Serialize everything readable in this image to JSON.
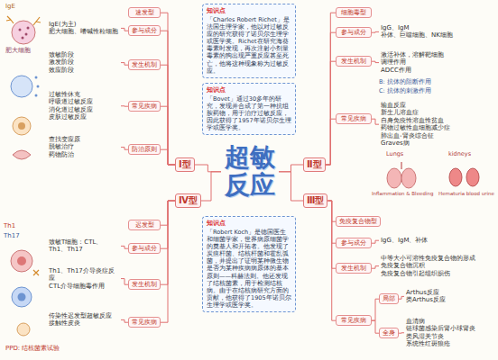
{
  "diagram": {
    "nodes": [
      {
        "text": [
          "超敏反应"
        ]
      },
      {
        "text": [
          "Ⅰ型"
        ]
      },
      {
        "text": [
          "Ⅱ型"
        ]
      },
      {
        "text": [
          "Ⅲ型"
        ]
      },
      {
        "text": [
          "Ⅳ型"
        ]
      },
      {
        "text": [
          "速发型"
        ]
      },
      {
        "text": [
          "参与成分"
        ]
      },
      {
        "text": [
          "IgE(为主)",
          "肥大细胞、嗜碱性粒细胞"
        ]
      },
      {
        "text": [
          "发生机制"
        ]
      },
      {
        "text": [
          "致敏阶段",
          "激发阶段",
          "效应阶段"
        ]
      },
      {
        "text": [
          "常见疾病"
        ]
      },
      {
        "text": [
          "过敏性休克",
          "呼吸道过敏反应",
          "消化道过敏反应",
          "皮肤过敏反应"
        ]
      },
      {
        "text": [
          "防治原则"
        ]
      },
      {
        "text": [
          "查找变应原",
          "脱敏治疗",
          "药物防治"
        ]
      },
      {
        "text": [
          "知识点",
          "「Charles Robert Richet」是法国生理学家，他以对过敏反应的研究获得了诺贝尔生理学或医学奖。Richet在研究海葵毒素时发现，再次注射小剂量毒素的狗出现严重反应甚至死亡，他将这种现象称为过敏反应。"
        ]
      },
      {
        "text": [
          "知识点",
          "「Bovet」通过30多年的研究，发现并合成了第一种抗组胺药物，用于治疗过敏反应，因此获得了1957年诺贝尔生理学或医学奖。"
        ]
      },
      {
        "text": [
          "细胞毒型"
        ]
      },
      {
        "text": [
          "参与成分"
        ]
      },
      {
        "text": [
          "IgG、IgM",
          "补体、巨噬细胞、NK细胞"
        ]
      },
      {
        "text": [
          "发生机制"
        ]
      },
      {
        "text": [
          "激活补体，溶解靶细胞",
          "调理作用",
          "ADCC作用"
        ]
      },
      {
        "text": [
          "常见疾病"
        ]
      },
      {
        "text": [
          "输血反应",
          "新生儿溶血症",
          "自身免疫性溶血性贫血",
          "药物过敏性血细胞减少症",
          "肺出血-肾炎综合征",
          "Graves病"
        ]
      },
      {
        "text": [
          "迟发型"
        ]
      },
      {
        "text": [
          "参与成分"
        ]
      },
      {
        "text": [
          "致敏T细胞：CTL、Th1、Th17"
        ]
      },
      {
        "text": [
          "发生机制"
        ]
      },
      {
        "text": [
          "Th1、Th17介导炎症反应",
          "CTL介导细胞毒作用"
        ]
      },
      {
        "text": [
          "常见疾病"
        ]
      },
      {
        "text": [
          "传染性迟发型超敏反应",
          "接触性皮炎"
        ]
      },
      {
        "text": [
          "知识点",
          "「Robert Koch」是德国医生和细菌学家，世界病原细菌学的奠基人和开拓者。他发现了炭疽杆菌、结核杆菌和霍乱弧菌，并提出了证明某种微生物是否为某种疾病病原体的基本原则——科赫法则。他还发现了结核菌素，用于检测结核病。由于在结核病研究方面的贡献，他获得了1905年诺贝尔生理学或医学奖。"
        ]
      },
      {
        "text": [
          "免疫复合物型"
        ]
      },
      {
        "text": [
          "参与成分"
        ]
      },
      {
        "text": [
          "IgG、IgM、补体"
        ]
      },
      {
        "text": [
          "发生机制"
        ]
      },
      {
        "text": [
          "中等大小可溶性免疫复合物的形成",
          "免疫复合物沉积",
          "免疫复合物引起组织损伤"
        ]
      },
      {
        "text": [
          "常见疾病"
        ]
      },
      {
        "text": [
          "局部"
        ]
      },
      {
        "text": [
          "Arthus反应",
          "类Arthus反应"
        ]
      },
      {
        "text": [
          "全身"
        ]
      },
      {
        "text": [
          "血清病",
          "链球菌感染后肾小球肾炎",
          "类风湿关节炎",
          "系统性红斑狼疮"
        ]
      }
    ],
    "edges": [
      {
        "from": 0,
        "to": 1,
        "arrow": "none"
      },
      {
        "from": 0,
        "to": 2,
        "arrow": "none"
      },
      {
        "from": 0,
        "to": 3,
        "arrow": "none"
      },
      {
        "from": 0,
        "to": 4,
        "arrow": "none"
      },
      {
        "from": 1,
        "to": 5,
        "arrow": "none"
      },
      {
        "from": 1,
        "to": 6,
        "arrow": "none"
      },
      {
        "from": 1,
        "to": 8,
        "arrow": "none"
      },
      {
        "from": 1,
        "to": 10,
        "arrow": "none"
      },
      {
        "from": 1,
        "to": 12,
        "arrow": "none"
      },
      {
        "from": 6,
        "to": 7,
        "arrow": "none"
      },
      {
        "from": 8,
        "to": 9,
        "arrow": "none"
      },
      {
        "from": 10,
        "to": 11,
        "arrow": "none"
      },
      {
        "from": 12,
        "to": 13,
        "arrow": "none"
      },
      {
        "from": 2,
        "to": 16,
        "arrow": "none"
      },
      {
        "from": 2,
        "to": 17,
        "arrow": "none"
      },
      {
        "from": 2,
        "to": 19,
        "arrow": "none"
      },
      {
        "from": 2,
        "to": 21,
        "arrow": "none"
      },
      {
        "from": 17,
        "to": 18,
        "arrow": "none"
      },
      {
        "from": 19,
        "to": 20,
        "arrow": "none"
      },
      {
        "from": 21,
        "to": 22,
        "arrow": "none"
      },
      {
        "from": 4,
        "to": 23,
        "arrow": "none"
      },
      {
        "from": 4,
        "to": 24,
        "arrow": "none"
      },
      {
        "from": 4,
        "to": 26,
        "arrow": "none"
      },
      {
        "from": 4,
        "to": 28,
        "arrow": "none"
      },
      {
        "from": 24,
        "to": 25,
        "arrow": "none"
      },
      {
        "from": 26,
        "to": 27,
        "arrow": "none"
      },
      {
        "from": 28,
        "to": 29,
        "arrow": "none"
      },
      {
        "from": 3,
        "to": 31,
        "arrow": "none"
      },
      {
        "from": 3,
        "to": 32,
        "arrow": "none"
      },
      {
        "from": 3,
        "to": 34,
        "arrow": "none"
      },
      {
        "from": 3,
        "to": 36,
        "arrow": "none"
      },
      {
        "from": 32,
        "to": 33,
        "arrow": "none"
      },
      {
        "from": 34,
        "to": 35,
        "arrow": "none"
      },
      {
        "from": 36,
        "to": 37,
        "arrow": "none"
      },
      {
        "from": 36,
        "to": 39,
        "arrow": "none"
      },
      {
        "from": 37,
        "to": 38,
        "arrow": "none"
      },
      {
        "from": 39,
        "to": 40,
        "arrow": "none"
      }
    ],
    "labels": [
      "IgE",
      "肥大细胞",
      "B: 抗体的阻断作用",
      "C: 抗体的刺激作用",
      "Lungs",
      "kidneys",
      "Inflammation & Bleeding",
      "Hematuria blood urine",
      "Th1",
      "Th17",
      "PPD: 结核菌素试验"
    ]
  }
}
